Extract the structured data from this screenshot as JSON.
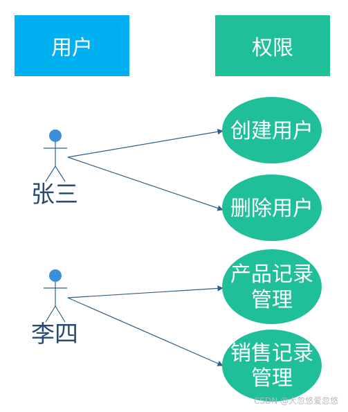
{
  "colors": {
    "users_header": "#00b0f0",
    "perms_header": "#1fbf9a",
    "permission_node": "#1fbf9a",
    "actor_head": "#3b8fd8",
    "line": "#2e5f8a"
  },
  "headers": {
    "users": "用户",
    "permissions": "权限"
  },
  "actors": [
    {
      "name": "张三"
    },
    {
      "name": "李四"
    }
  ],
  "permissions": [
    {
      "lines": [
        "创建用户"
      ]
    },
    {
      "lines": [
        "删除用户"
      ]
    },
    {
      "lines": [
        "产品记录",
        "管理"
      ]
    },
    {
      "lines": [
        "销售记录",
        "管理"
      ]
    }
  ],
  "watermark": "CSDN @大忽悠爱忽悠"
}
